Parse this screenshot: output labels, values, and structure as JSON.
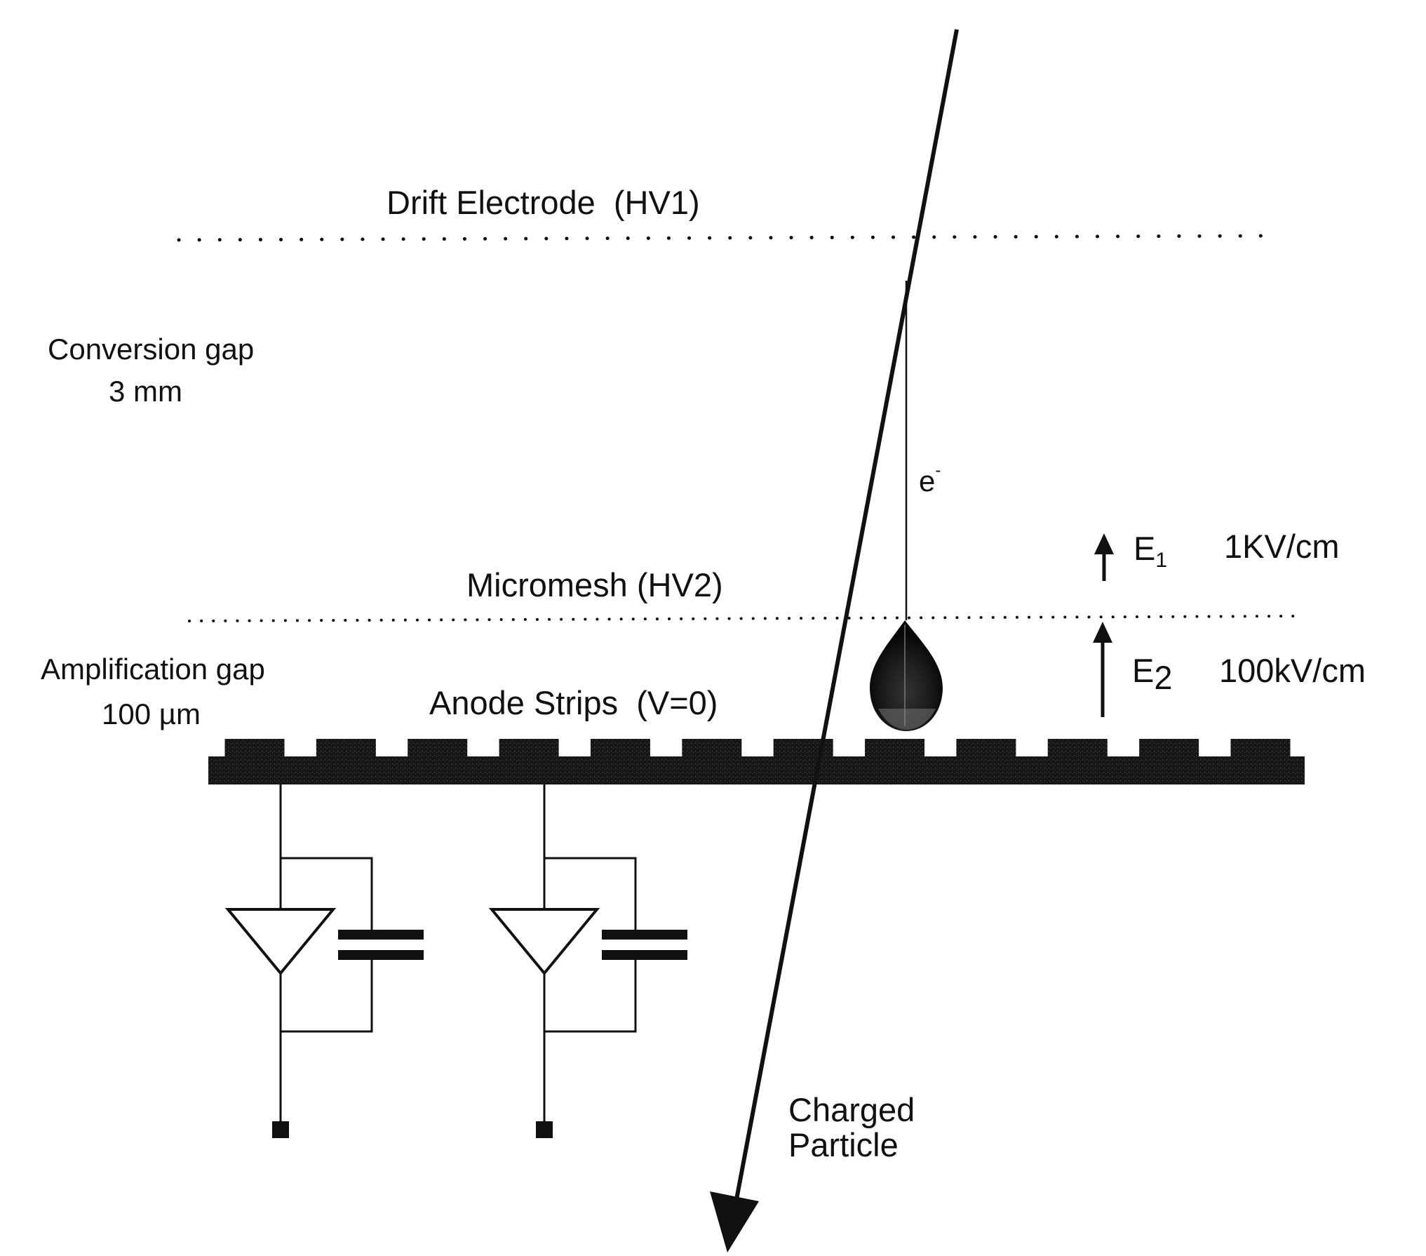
{
  "diagram": {
    "labels": {
      "drift_electrode": "Drift Electrode  (HV1)",
      "conversion_gap": "Conversion gap",
      "conversion_gap_size": "3 mm",
      "electron": "e",
      "electron_charge": "-",
      "micromesh": "Micromesh (HV2)",
      "field1_symbol": "E",
      "field1_index": "1",
      "field1_value": "1KV/cm",
      "amplification_gap": "Amplification gap",
      "amplification_gap_size": "100 µm",
      "anode_strips": "Anode Strips  (V=0)",
      "field2_symbol": "E",
      "field2_index": "2",
      "field2_value": "100kV/cm",
      "charged_particle_line1": "Charged",
      "charged_particle_line2": "Particle"
    },
    "anode_strip_count": 12,
    "readout_channel_count": 2,
    "colors": {
      "ink": "#111111",
      "background": "#ffffff"
    }
  }
}
